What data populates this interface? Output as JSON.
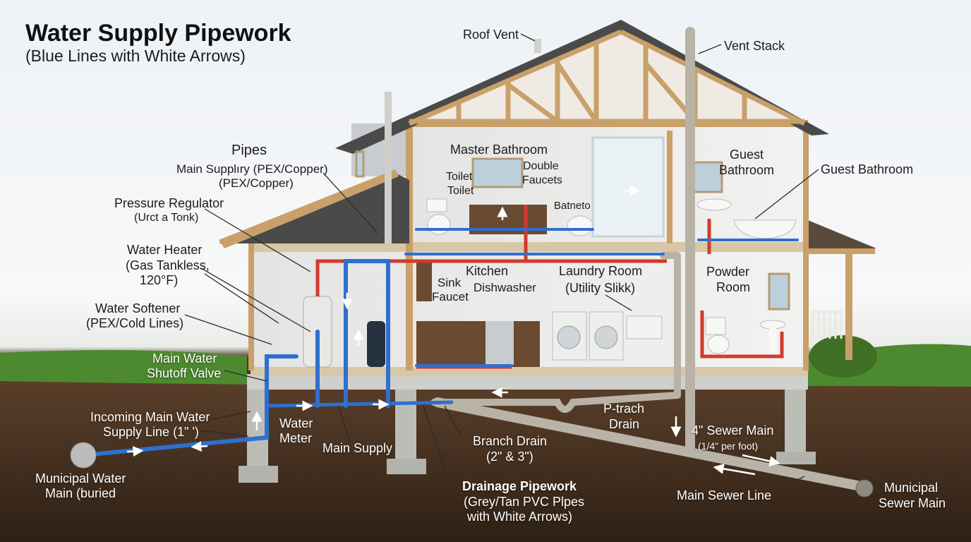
{
  "header": {
    "title": "Water Supply Pipework",
    "subtitle": "(Blue Lines with White Arrows)"
  },
  "colors": {
    "supply_cold": "#2f6fd0",
    "supply_hot": "#d23a2e",
    "drain": "#b8b3a6",
    "soil": "#3e2a1c",
    "grass": "#4d8a2f",
    "roof": "#4a4a4a",
    "frame": "#c9a06a"
  },
  "labels": {
    "roof_vent": "Roof Vent",
    "vent_stack": "Vent Stack",
    "pipes": "Pipes",
    "main_supply_1": "Main Supplıry (PEX/Copper)",
    "main_supply_2": "(PEX/Copper)",
    "pressure_regulator_1": "Pressure Regulator",
    "pressure_regulator_2": "(Urct a Tonk)",
    "water_heater_1": "Water Heater",
    "water_heater_2": "(Gas Tankless,",
    "water_heater_3": "120°F)",
    "water_softener_1": "Water Softener",
    "water_softener_2": "(PEX/Cold Lines)",
    "main_shutoff_1": "Main Water",
    "main_shutoff_2": "Shutoff Valve",
    "incoming_main_1": "Incoming Main Water",
    "incoming_main_2": "Supply Line (1\" ')",
    "municipal_water_1": "Municipal Water",
    "municipal_water_2": "Main (buried",
    "water_meter_1": "Water",
    "water_meter_2": "Meter",
    "main_supply_bottom": "Main Supply",
    "master_bathroom": "Master Bathroom",
    "toilet_1": "Toilet",
    "toilet_2": "Toilet",
    "double_faucets_1": "Double",
    "double_faucets_2": "Faucets",
    "batneto": "Batneto",
    "guest_bathroom_room_1": "Guest",
    "guest_bathroom_room_2": "Bathroom",
    "guest_bathroom_callout": "Guest Bathroom",
    "kitchen": "Kitchen",
    "sink_faucet_1": "Sink",
    "sink_faucet_2": "Faucet",
    "dishwasher": "Dishwasher",
    "laundry_1": "Laundry Room",
    "laundry_2": "(Utility Slikk)",
    "powder_room_1": "Powder",
    "powder_room_2": "Room",
    "ptrap_1": "P-trach",
    "ptrap_2": "Drain",
    "branch_drain_1": "Branch Drain",
    "branch_drain_2": "(2\" & 3\")",
    "sewer_main_1": "4\" Sewer Main",
    "sewer_main_2": "(1/4\" per foot)",
    "drainage_title": "Drainage Pipework",
    "drainage_2": "(Grey/Tan PVC Plpes",
    "drainage_3": "with White Arrows)",
    "main_sewer_line": "Main Sewer Line",
    "municipal_sewer_1": "Municipal",
    "municipal_sewer_2": "Sewer Main"
  }
}
